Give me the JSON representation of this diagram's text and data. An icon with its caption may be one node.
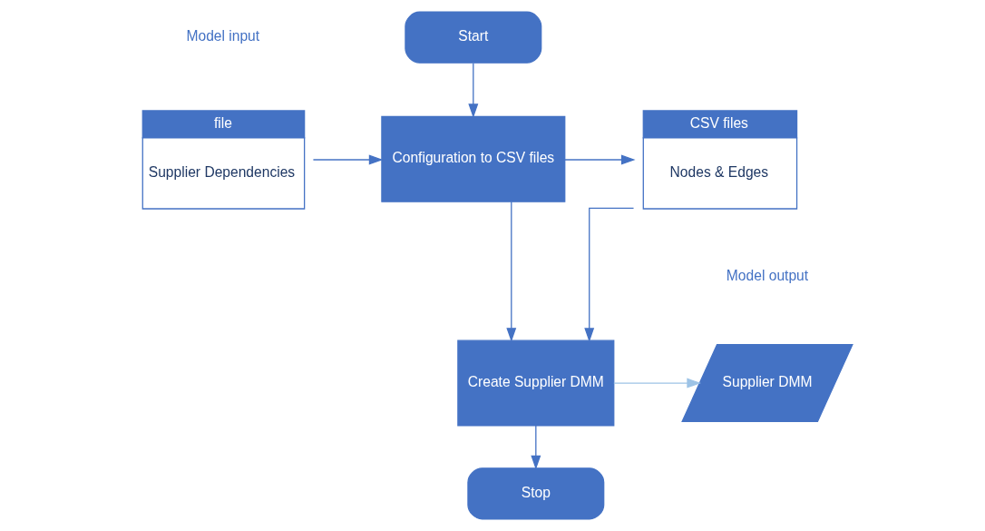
{
  "diagram": {
    "nodes": [
      {
        "text": [
          "Start"
        ]
      },
      {
        "text": [
          "file",
          "Supplier Dependencies"
        ]
      },
      {
        "text": [
          "Configuration to CSV files"
        ]
      },
      {
        "text": [
          "CSV files",
          "Nodes & Edges"
        ]
      },
      {
        "text": [
          "Create Supplier DMM"
        ]
      },
      {
        "text": [
          "Supplier DMM"
        ]
      },
      {
        "text": [
          "Stop"
        ]
      }
    ],
    "edges": [
      {
        "from": 0,
        "to": 2,
        "arrow": "to"
      },
      {
        "from": 1,
        "to": 2,
        "arrow": "to"
      },
      {
        "from": 2,
        "to": 3,
        "arrow": "to"
      },
      {
        "from": 2,
        "to": 4,
        "arrow": "to"
      },
      {
        "from": 3,
        "to": 4,
        "arrow": "to"
      },
      {
        "from": 4,
        "to": 5,
        "arrow": "to",
        "color": "#9dc3e6"
      },
      {
        "from": 4,
        "to": 6,
        "arrow": "to"
      }
    ],
    "labels": [
      "Model input",
      "Model output"
    ]
  }
}
